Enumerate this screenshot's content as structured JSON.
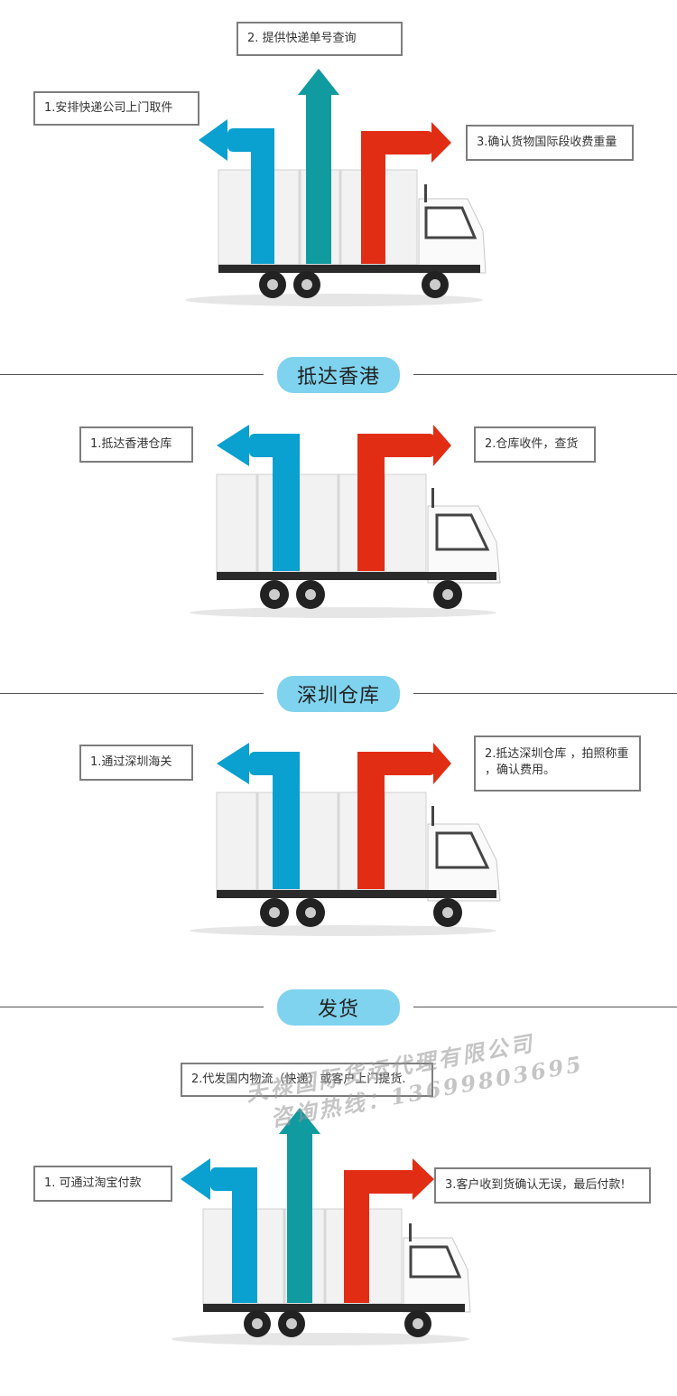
{
  "section1": {
    "labels": [
      "1.安排快递公司上门取件",
      "2. 提供快递单号查询",
      "3.确认货物国际段收费重量"
    ]
  },
  "section2": {
    "title": "抵达香港",
    "labels": [
      "1.抵达香港仓库",
      "2.仓库收件，查货"
    ]
  },
  "section3": {
    "title": "深圳仓库",
    "labels": [
      "1.通过深圳海关",
      "2.抵达深圳仓库 ，拍照称重 ，确认费用。"
    ]
  },
  "section4": {
    "title": "发货",
    "labels": [
      "1. 可通过淘宝付款",
      "2.代发国内物流（快递）或客户上门提货.",
      "3.客户收到货确认无误，最后付款!"
    ]
  },
  "watermark": {
    "company": "天禄国际货运代理有限公司",
    "hotline": "咨询热线：13699803695"
  },
  "colors": {
    "blue_arrow": "#0aa0cf",
    "teal_arrow": "#0f9ba0",
    "red_arrow": "#e22d15",
    "pill": "#7fd3ee",
    "border": "#7d7d7d"
  }
}
